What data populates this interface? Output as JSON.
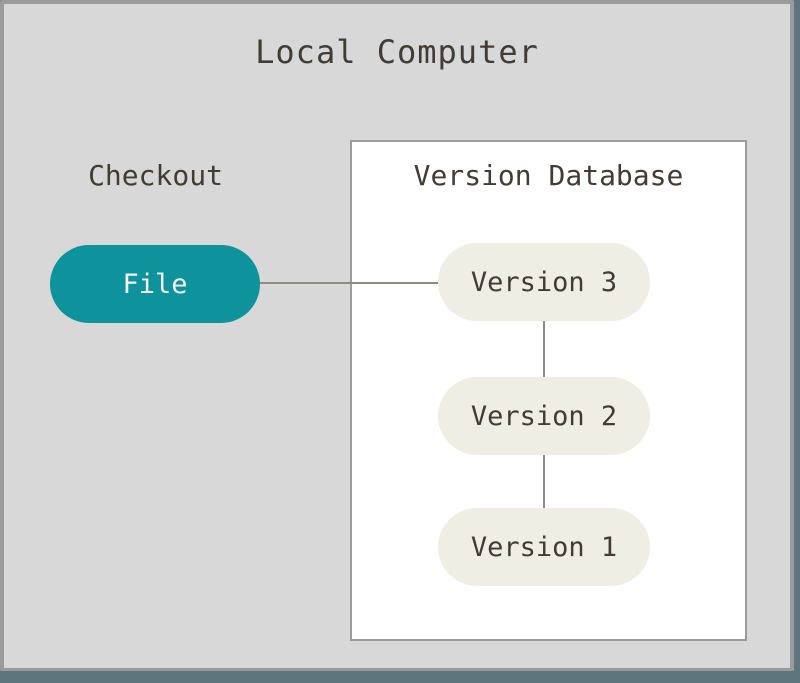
{
  "diagram": {
    "title": "Local Computer",
    "checkout_label": "Checkout",
    "file_node": "File",
    "version_database": {
      "title": "Version Database",
      "versions": [
        "Version 3",
        "Version 2",
        "Version 1"
      ]
    }
  },
  "colors": {
    "background": "#d8d8d8",
    "frame_border": "#9b9b9b",
    "frame_shadow": "#5e757e",
    "file_node_fill": "#0e929c",
    "file_node_text": "#f4f3ee",
    "version_node_fill": "#efeee5",
    "text_dark": "#413c36",
    "connector": "#8d8b85",
    "box_fill": "#ffffff"
  }
}
